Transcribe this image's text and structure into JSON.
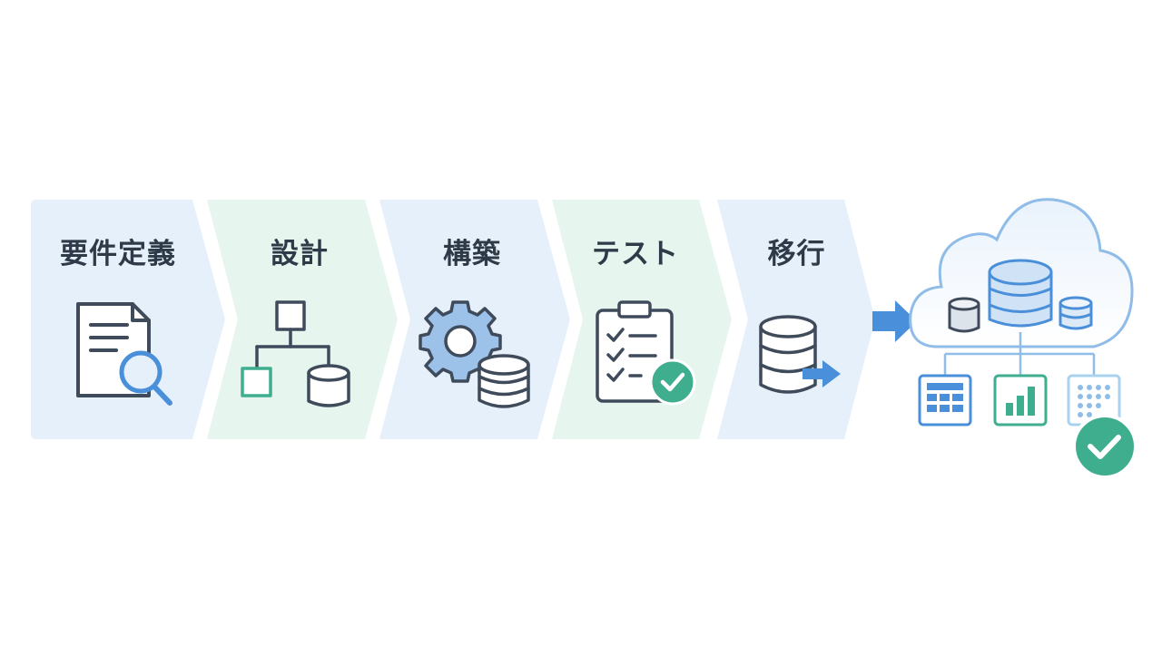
{
  "stages": [
    {
      "label": "要件定義",
      "icon": "document-search-icon"
    },
    {
      "label": "設計",
      "icon": "flowchart-icon"
    },
    {
      "label": "構築",
      "icon": "gear-database-icon"
    },
    {
      "label": "テスト",
      "icon": "checklist-icon"
    },
    {
      "label": "移行",
      "icon": "database-migrate-icon"
    }
  ],
  "result": {
    "icon": "cloud-database-icon",
    "apps": [
      "grid-table-icon",
      "bar-chart-icon",
      "dot-grid-icon"
    ],
    "status_icon": "check-circle-icon"
  },
  "colors": {
    "panel_blue": "#e6f0fa",
    "panel_green": "#e7f5ef",
    "line": "#3f4b5b",
    "accent_blue": "#4a8fd9",
    "accent_green": "#3fae8f",
    "accent_light_blue": "#8fbde8"
  }
}
